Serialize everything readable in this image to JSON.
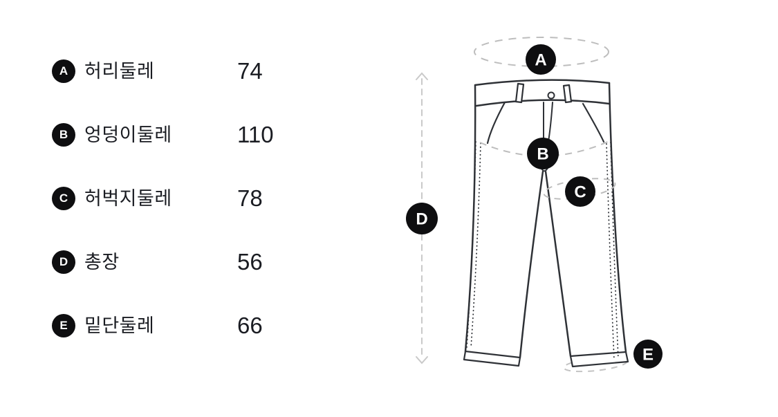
{
  "page": {
    "type": "garment-size-guide",
    "garment": "pants-line-drawing"
  },
  "colors": {
    "text": "#1a1c22",
    "badge_bg": "#0e0e10",
    "badge_text": "#ffffff",
    "line_art": "#2e3136",
    "dashed_guide": "#bdbdbd",
    "length_guide": "#c9c9c9",
    "background": "#ffffff"
  },
  "measurements": [
    {
      "key": "A",
      "label": "허리둘레",
      "value": "74"
    },
    {
      "key": "B",
      "label": "엉덩이둘레",
      "value": "110"
    },
    {
      "key": "C",
      "label": "허벅지둘레",
      "value": "78"
    },
    {
      "key": "D",
      "label": "총장",
      "value": "56"
    },
    {
      "key": "E",
      "label": "밑단둘레",
      "value": "66"
    }
  ],
  "diagram": {
    "markers": [
      "A",
      "B",
      "C",
      "D",
      "E"
    ],
    "guides": [
      "waist-ellipse",
      "hip-arc",
      "thigh-ellipse",
      "length-arrow",
      "hem-ellipse"
    ]
  }
}
